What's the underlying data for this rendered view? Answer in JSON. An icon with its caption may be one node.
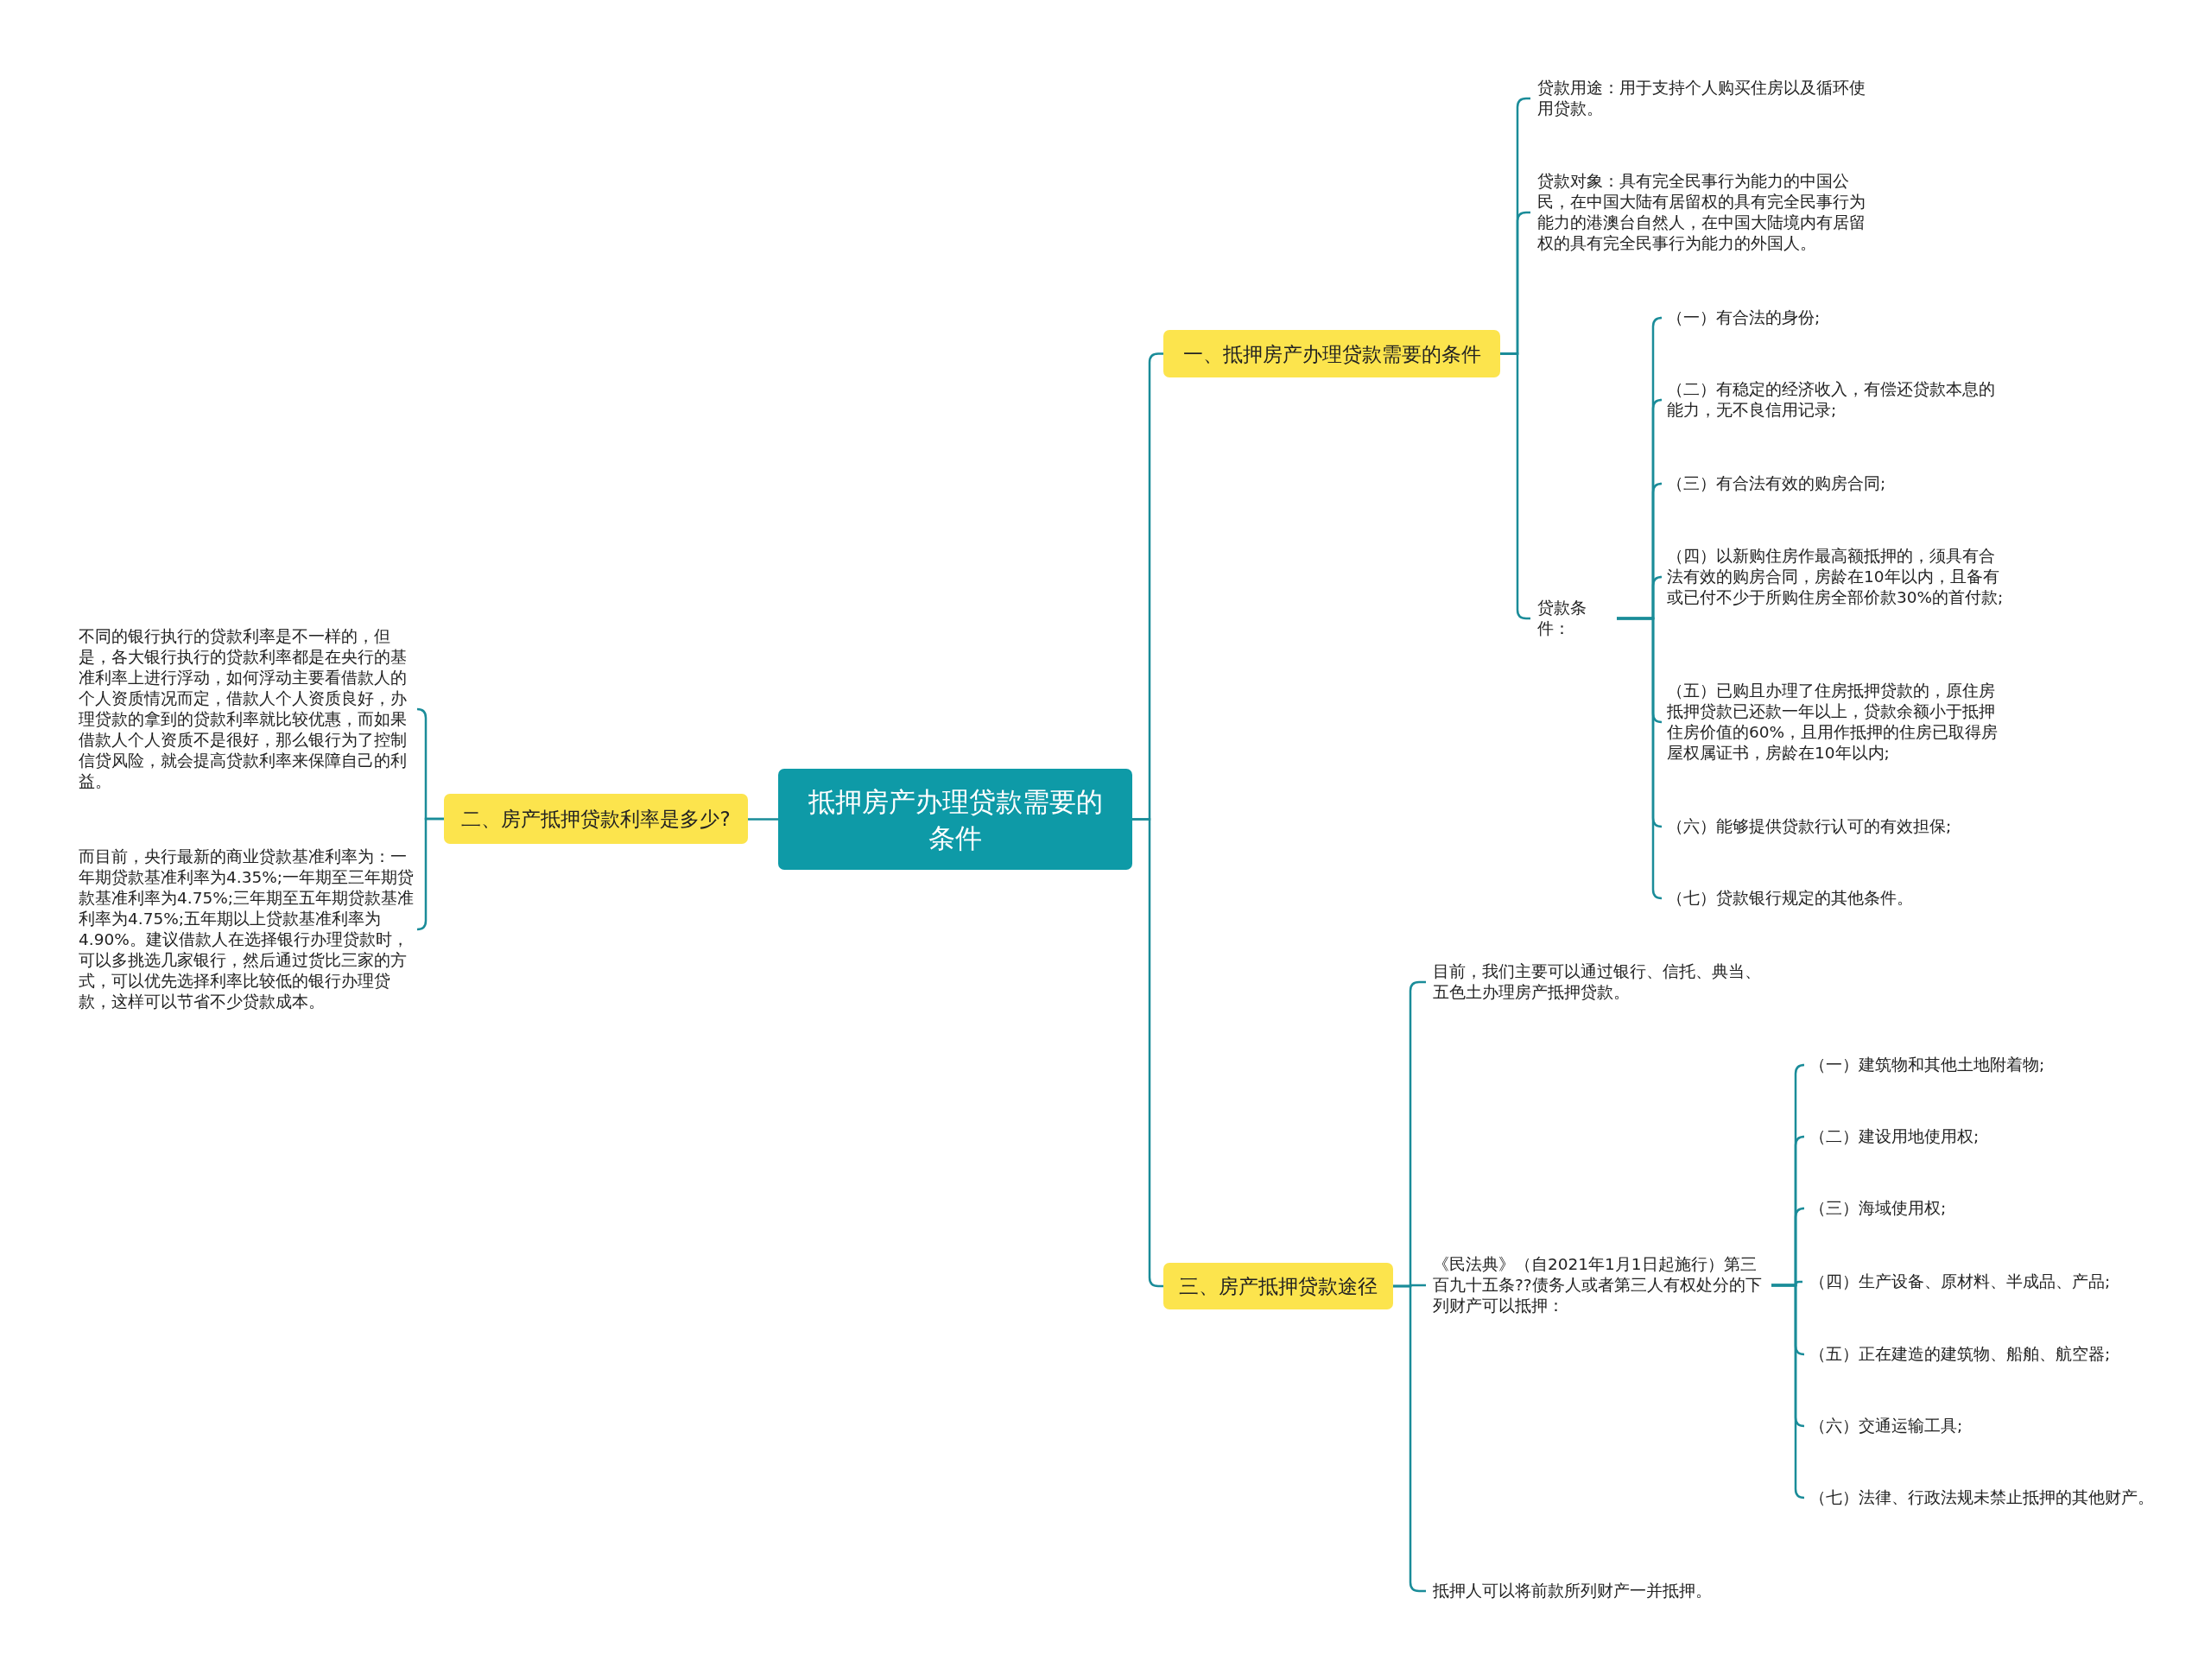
{
  "diagram": {
    "nodes": [
      {
        "text": [
          "抵押房产办理贷款需要的条件"
        ]
      },
      {
        "text": [
          "一、抵押房产办理贷款需要的条件"
        ]
      },
      {
        "text": [
          "贷款用途：用于支持个人购买住房以及循环使用贷款。"
        ]
      },
      {
        "text": [
          "贷款对象：具有完全民事行为能力的中国公民，在中国大陆有居留权的具有完全民事行为能力的港澳台自然人，在中国大陆境内有居留权的具有完全民事行为能力的外国人。"
        ]
      },
      {
        "text": [
          "贷款条件："
        ]
      },
      {
        "text": [
          "（一）有合法的身份;"
        ]
      },
      {
        "text": [
          "（二）有稳定的经济收入，有偿还贷款本息的能力，无不良信用记录;"
        ]
      },
      {
        "text": [
          "（三）有合法有效的购房合同;"
        ]
      },
      {
        "text": [
          "（四）以新购住房作最高额抵押的，须具有合法有效的购房合同，房龄在10年以内，且备有或已付不少于所购住房全部价款30%的首付款;"
        ]
      },
      {
        "text": [
          "（五）已购且办理了住房抵押贷款的，原住房抵押贷款已还款一年以上，贷款余额小于抵押住房价值的60%，且用作抵押的住房已取得房屋权属证书，房龄在10年以内;"
        ]
      },
      {
        "text": [
          "（六）能够提供贷款行认可的有效担保;"
        ]
      },
      {
        "text": [
          "（七）贷款银行规定的其他条件。"
        ]
      },
      {
        "text": [
          "二、房产抵押贷款利率是多少?"
        ]
      },
      {
        "text": [
          "不同的银行执行的贷款利率是不一样的，但是，各大银行执行的贷款利率都是在央行的基准利率上进行浮动，如何浮动主要看借款人的个人资质情况而定，借款人个人资质良好，办理贷款的拿到的贷款利率就比较优惠，而如果借款人个人资质不是很好，那么银行为了控制信贷风险，就会提高贷款利率来保障自己的利益。"
        ]
      },
      {
        "text": [
          "而目前，央行最新的商业贷款基准利率为：一年期贷款基准利率为4.35%;一年期至三年期贷款基准利率为4.75%;三年期至五年期贷款基准利率为4.75%;五年期以上贷款基准利率为4.90%。建议借款人在选择银行办理贷款时，可以多挑选几家银行，然后通过货比三家的方式，可以优先选择利率比较低的银行办理贷款，这样可以节省不少贷款成本。"
        ]
      },
      {
        "text": [
          "三、房产抵押贷款途径"
        ]
      },
      {
        "text": [
          "目前，我们主要可以通过银行、信托、典当、五色土办理房产抵押贷款。"
        ]
      },
      {
        "text": [
          "《民法典》（自2021年1月1日起施行）第三百九十五条??债务人或者第三人有权处分的下列财产可以抵押："
        ]
      },
      {
        "text": [
          "（一）建筑物和其他土地附着物;"
        ]
      },
      {
        "text": [
          "（二）建设用地使用权;"
        ]
      },
      {
        "text": [
          "（三）海域使用权;"
        ]
      },
      {
        "text": [
          "（四）生产设备、原材料、半成品、产品;"
        ]
      },
      {
        "text": [
          "（五）正在建造的建筑物、船舶、航空器;"
        ]
      },
      {
        "text": [
          "（六）交通运输工具;"
        ]
      },
      {
        "text": [
          "（七）法律、行政法规未禁止抵押的其他财产。"
        ]
      },
      {
        "text": [
          "抵押人可以将前款所列财产一并抵押。"
        ]
      }
    ],
    "edges": [
      {
        "from": 0,
        "to": 1,
        "arrow": "none"
      },
      {
        "from": 1,
        "to": 2,
        "arrow": "none"
      },
      {
        "from": 1,
        "to": 3,
        "arrow": "none"
      },
      {
        "from": 1,
        "to": 4,
        "arrow": "none"
      },
      {
        "from": 4,
        "to": 5,
        "arrow": "none"
      },
      {
        "from": 4,
        "to": 6,
        "arrow": "none"
      },
      {
        "from": 4,
        "to": 7,
        "arrow": "none"
      },
      {
        "from": 4,
        "to": 8,
        "arrow": "none"
      },
      {
        "from": 4,
        "to": 9,
        "arrow": "none"
      },
      {
        "from": 4,
        "to": 10,
        "arrow": "none"
      },
      {
        "from": 4,
        "to": 11,
        "arrow": "none"
      },
      {
        "from": 0,
        "to": 12,
        "arrow": "none"
      },
      {
        "from": 12,
        "to": 13,
        "arrow": "none"
      },
      {
        "from": 12,
        "to": 14,
        "arrow": "none"
      },
      {
        "from": 0,
        "to": 15,
        "arrow": "none"
      },
      {
        "from": 15,
        "to": 16,
        "arrow": "none"
      },
      {
        "from": 15,
        "to": 17,
        "arrow": "none"
      },
      {
        "from": 15,
        "to": 25,
        "arrow": "none"
      },
      {
        "from": 17,
        "to": 18,
        "arrow": "none"
      },
      {
        "from": 17,
        "to": 19,
        "arrow": "none"
      },
      {
        "from": 17,
        "to": 20,
        "arrow": "none"
      },
      {
        "from": 17,
        "to": 21,
        "arrow": "none"
      },
      {
        "from": 17,
        "to": 22,
        "arrow": "none"
      },
      {
        "from": 17,
        "to": 23,
        "arrow": "none"
      },
      {
        "from": 17,
        "to": 24,
        "arrow": "none"
      }
    ]
  }
}
